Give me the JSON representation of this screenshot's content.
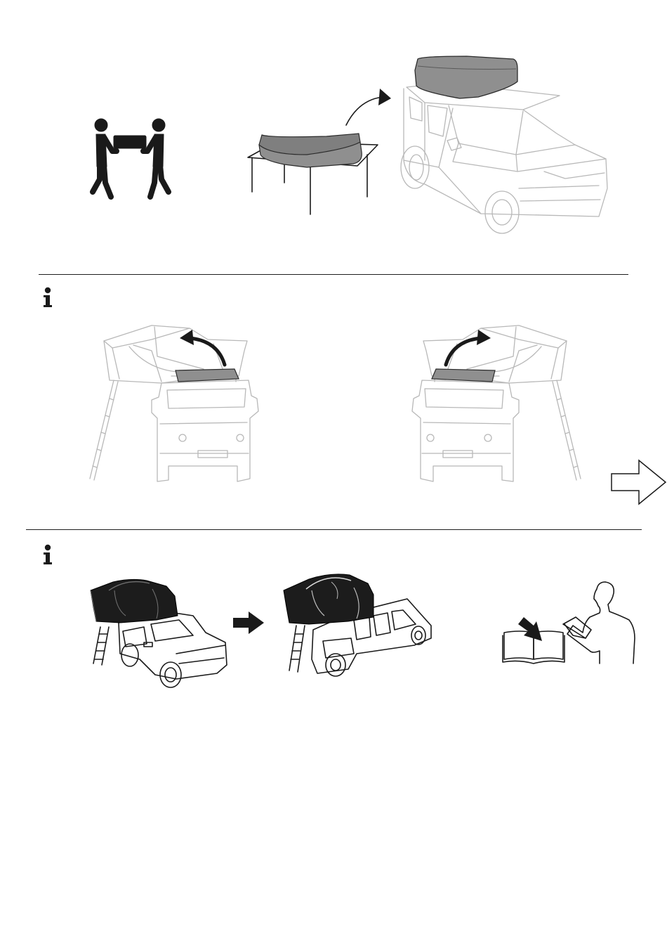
{
  "document": {
    "sections": [
      {
        "id": "lifting",
        "info_marker": false
      },
      {
        "id": "ladder-sides",
        "info_marker": true
      },
      {
        "id": "vehicle-compat",
        "info_marker": true
      }
    ],
    "icons": {
      "two_person_lift": "two-person-lift-icon",
      "info": "info-icon",
      "next_page_arrow": "outline-arrow-right-icon",
      "read_manual": "read-manual-icon",
      "transition_arrow": "solid-arrow-right-icon"
    },
    "colors": {
      "ink": "#1a1a1a",
      "pale_line": "#b8b8b8",
      "tent_cover": "#8f8f8f",
      "tent_cover_edge": "#5a5a5a"
    }
  }
}
